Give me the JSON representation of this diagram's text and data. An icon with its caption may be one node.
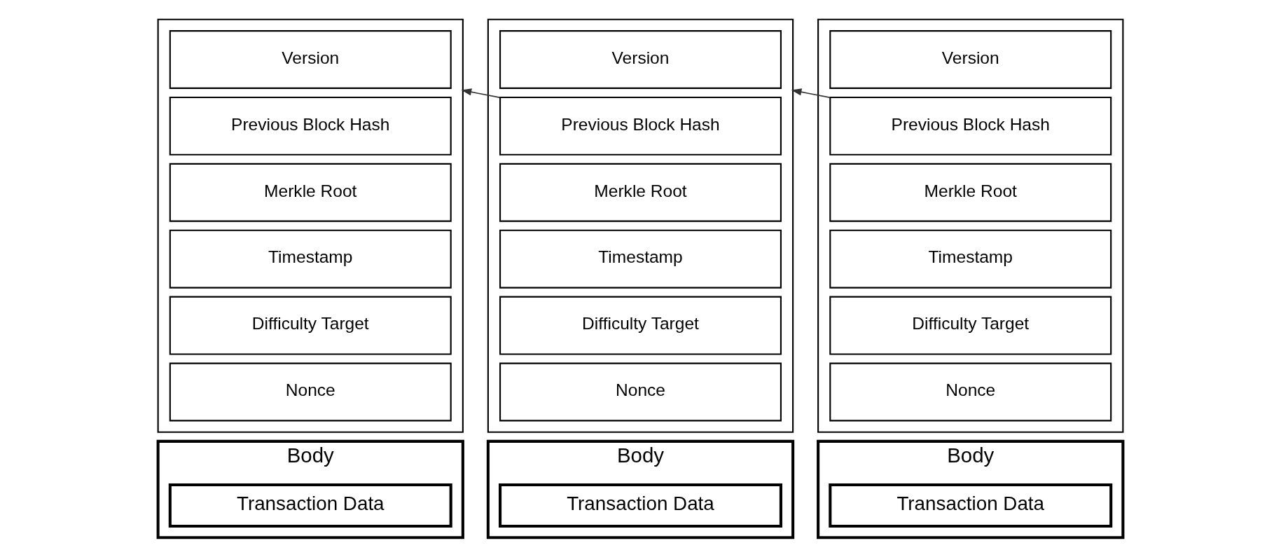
{
  "diagram": {
    "nodes": [
      {
        "text": [],
        "shape": "box"
      },
      {
        "text": [
          "Version"
        ],
        "in": 0
      },
      {
        "text": [
          "Previous Block Hash"
        ],
        "in": 0
      },
      {
        "text": [
          "Merkle Root"
        ],
        "in": 0
      },
      {
        "text": [
          "Timestamp"
        ],
        "in": 0
      },
      {
        "text": [
          "Difficulty Target"
        ],
        "in": 0
      },
      {
        "text": [
          "Nonce"
        ],
        "in": 0
      },
      {
        "text": [
          "Body"
        ]
      },
      {
        "text": [
          "Transaction Data"
        ],
        "in": 7
      },
      {
        "text": [],
        "shape": "box"
      },
      {
        "text": [
          "Version"
        ],
        "in": 9
      },
      {
        "text": [
          "Previous Block Hash"
        ],
        "in": 9
      },
      {
        "text": [
          "Merkle Root"
        ],
        "in": 9
      },
      {
        "text": [
          "Timestamp"
        ],
        "in": 9
      },
      {
        "text": [
          "Difficulty Target"
        ],
        "in": 9
      },
      {
        "text": [
          "Nonce"
        ],
        "in": 9
      },
      {
        "text": [
          "Body"
        ]
      },
      {
        "text": [
          "Transaction Data"
        ],
        "in": 16
      },
      {
        "text": [],
        "shape": "box"
      },
      {
        "text": [
          "Version"
        ],
        "in": 18
      },
      {
        "text": [
          "Previous Block Hash"
        ],
        "in": 18
      },
      {
        "text": [
          "Merkle Root"
        ],
        "in": 18
      },
      {
        "text": [
          "Timestamp"
        ],
        "in": 18
      },
      {
        "text": [
          "Difficulty Target"
        ],
        "in": 18
      },
      {
        "text": [
          "Nonce"
        ],
        "in": 18
      },
      {
        "text": [
          "Body"
        ]
      },
      {
        "text": [
          "Transaction Data"
        ],
        "in": 25
      }
    ],
    "edges": [
      {
        "from": 11,
        "to": 0,
        "arrow": "to"
      },
      {
        "from": 20,
        "to": 9,
        "arrow": "to"
      }
    ]
  }
}
